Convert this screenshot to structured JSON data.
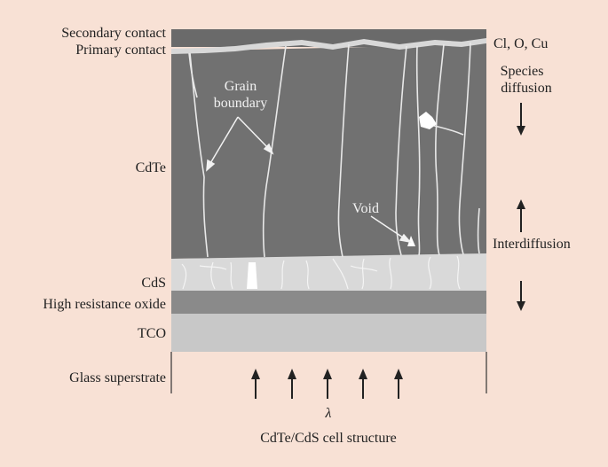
{
  "left_labels": {
    "secondary_contact": "Secondary contact",
    "primary_contact": "Primary contact",
    "cdte": "CdTe",
    "cds": "CdS",
    "high_resistance_oxide": "High resistance oxide",
    "tco": "TCO",
    "glass_superstrate": "Glass superstrate"
  },
  "right_labels": {
    "species": "Cl, O, Cu",
    "species_diffusion_line1": "Species",
    "species_diffusion_line2": "diffusion",
    "interdiffusion": "Interdiffusion"
  },
  "inner_labels": {
    "grain_boundary_line1": "Grain",
    "grain_boundary_line2": "boundary",
    "void": "Void"
  },
  "bottom": {
    "lambda": "λ",
    "caption": "CdTe/CdS cell structure"
  },
  "colors": {
    "background": "#f8e1d5",
    "cdte": "#6f6f6f",
    "cds": "#d9d9d9",
    "oxide": "#8a8a8a",
    "tco": "#c8c8c8",
    "contact": "#d8d8d8"
  }
}
